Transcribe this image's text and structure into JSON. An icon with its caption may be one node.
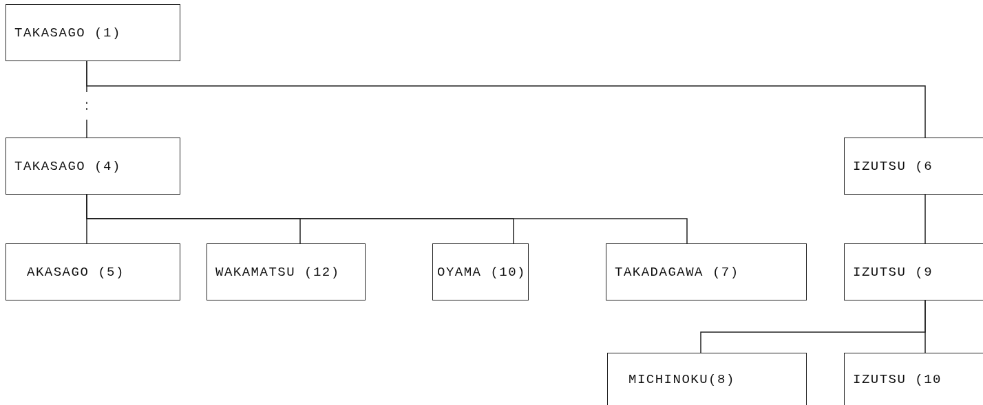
{
  "diagram": {
    "nodes": [
      {
        "text": [
          "TAKASAGO (1)"
        ]
      },
      {
        "text": [
          "TAKASAGO (4)"
        ]
      },
      {
        "text": [
          "IZUTSU (6"
        ]
      },
      {
        "text": [
          "AKASAGO (5)"
        ]
      },
      {
        "text": [
          "WAKAMATSU (12)"
        ]
      },
      {
        "text": [
          "OYAMA (10)"
        ]
      },
      {
        "text": [
          "TAKADAGAWA (7)"
        ]
      },
      {
        "text": [
          "IZUTSU (9"
        ]
      },
      {
        "text": [
          "MICHINOKU(8)"
        ]
      },
      {
        "text": [
          "IZUTSU (10"
        ]
      }
    ],
    "edges": [
      {
        "from": 0,
        "to": 1,
        "arrow": "none",
        "style": "dashed"
      },
      {
        "from": 0,
        "to": 2,
        "arrow": "none"
      },
      {
        "from": 1,
        "to": 3,
        "arrow": "none"
      },
      {
        "from": 1,
        "to": 4,
        "arrow": "none"
      },
      {
        "from": 1,
        "to": 5,
        "arrow": "none"
      },
      {
        "from": 1,
        "to": 6,
        "arrow": "none"
      },
      {
        "from": 2,
        "to": 7,
        "arrow": "none"
      },
      {
        "from": 7,
        "to": 8,
        "arrow": "none"
      },
      {
        "from": 7,
        "to": 9,
        "arrow": "none"
      }
    ]
  }
}
